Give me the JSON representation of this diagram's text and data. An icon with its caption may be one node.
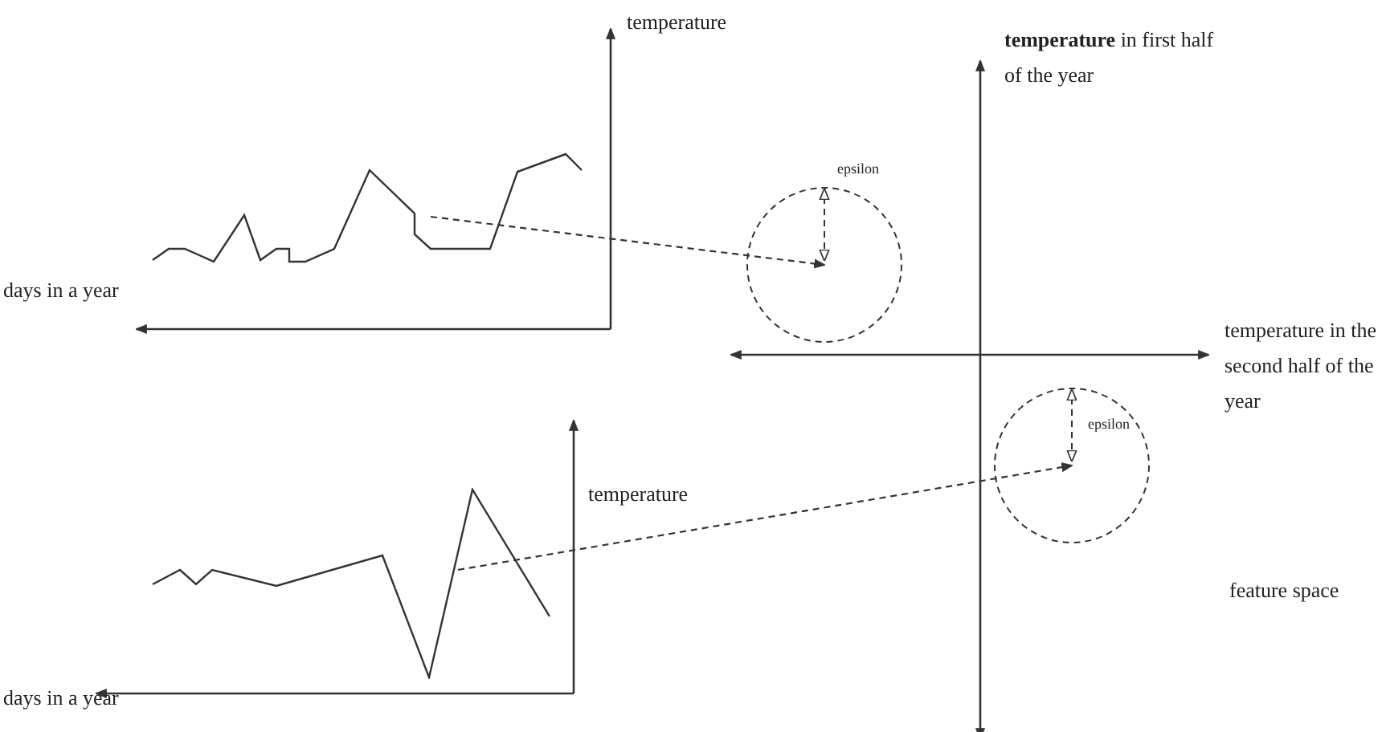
{
  "diagram": {
    "nodes": [
      {
        "text": [],
        "shape": "picture"
      },
      {
        "text": [],
        "shape": "circle"
      },
      {
        "text": [],
        "shape": "picture"
      },
      {
        "text": [],
        "shape": "circle"
      }
    ],
    "edges": [
      {
        "from": 0,
        "to": 1,
        "arrow": "to",
        "style": "dashed"
      },
      {
        "from": 2,
        "to": 3,
        "arrow": "to",
        "style": "dashed"
      }
    ],
    "labels": [
      "temperature",
      "**temperature** in first half of the year",
      "epsilon",
      "days in a year",
      "temperature in the second half of the year",
      "epsilon",
      "temperature",
      "feature space",
      "days in a year"
    ]
  }
}
